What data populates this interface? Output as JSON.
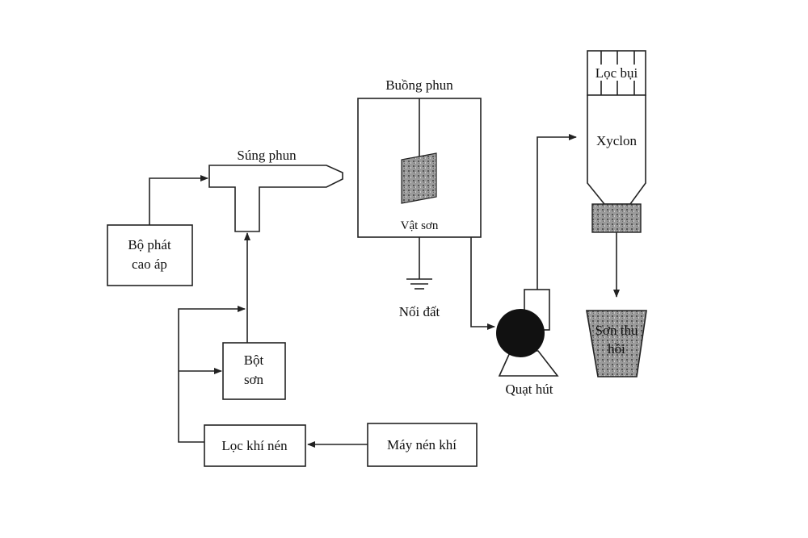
{
  "labels": {
    "spray_gun": "Súng phun",
    "high_voltage": [
      "Bộ phát",
      "cao áp"
    ],
    "powder": [
      "Bột",
      "sơn"
    ],
    "air_filter": "Lọc khí nén",
    "compressor": "Máy nén khí",
    "spray_booth": "Buồng phun",
    "workpiece": "Vật sơn",
    "ground": "Nối đất",
    "fan": "Quạt hút",
    "dust_filter": "Lọc bụi",
    "cyclone": "Xyclon",
    "recovered_paint": [
      "Sơn thu",
      "hồi"
    ]
  },
  "colors": {
    "line": "#222222",
    "fill_dark": "#111111",
    "fill_texture": "#8a8a8a"
  }
}
